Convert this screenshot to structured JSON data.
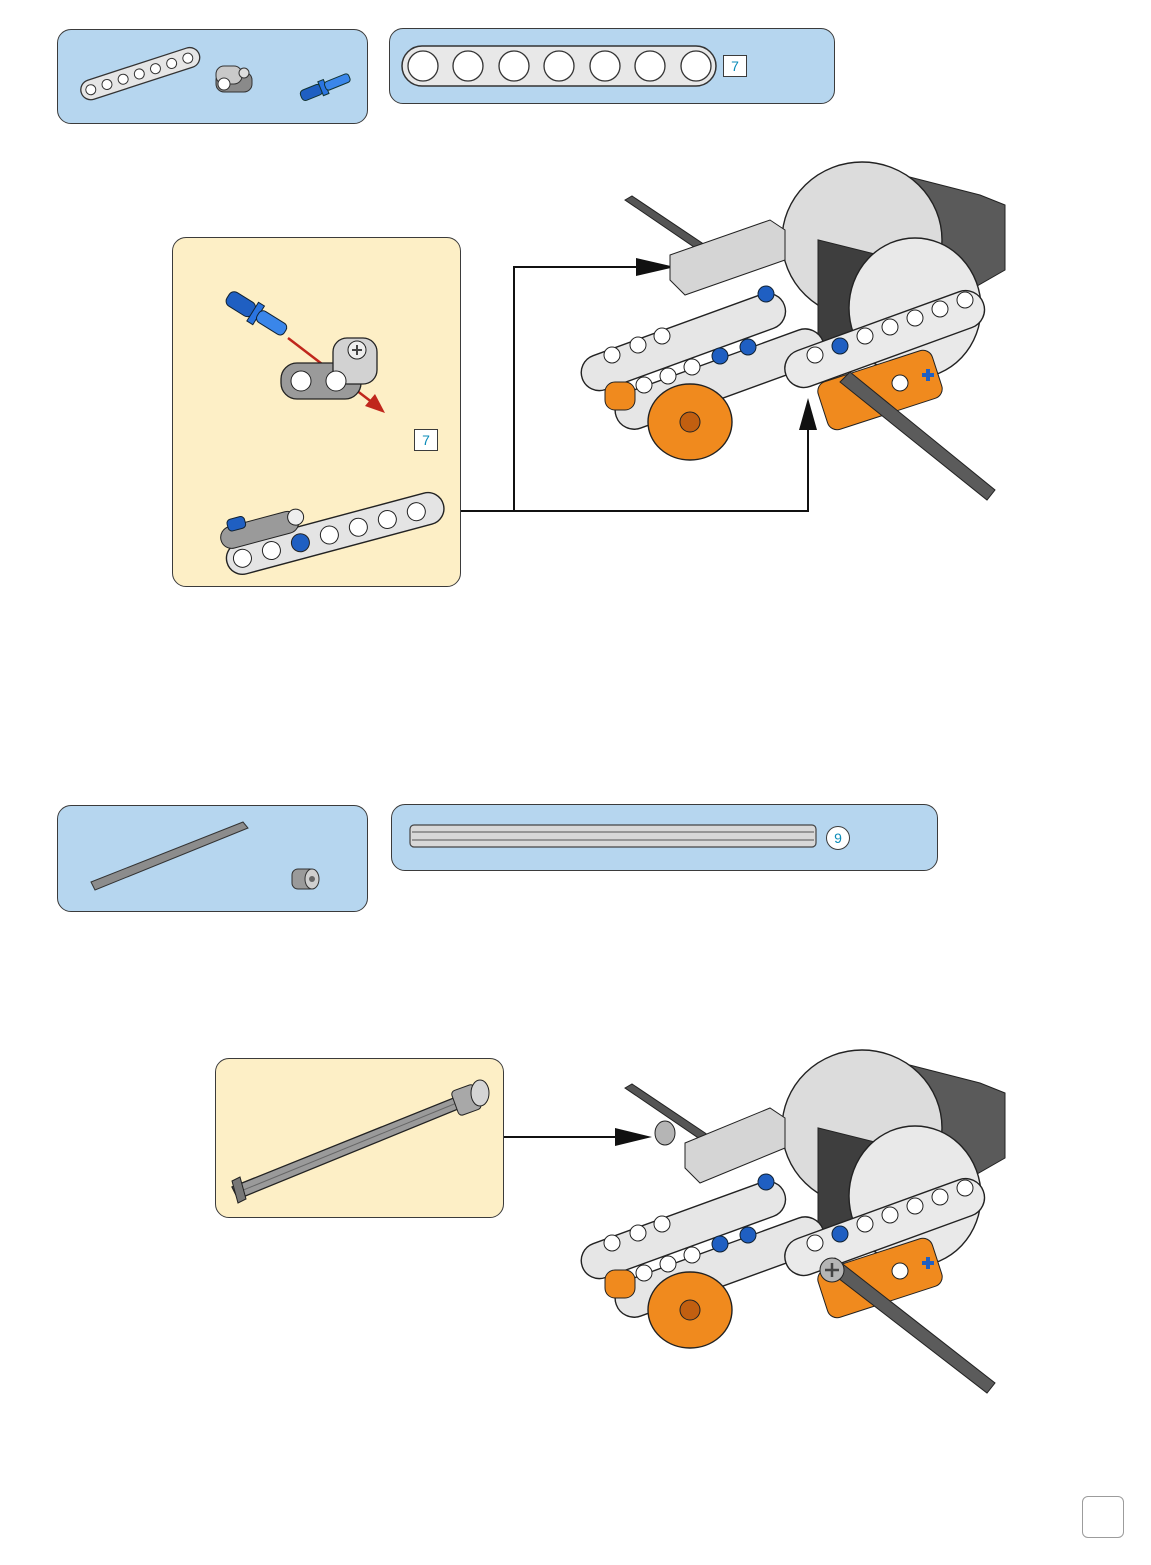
{
  "steps": [
    {
      "parts_panel": {
        "items": [
          "liftarm-7-icon",
          "cross-block-icon",
          "blue-axle-pin-icon"
        ]
      },
      "length_gauge": {
        "label": "7",
        "part": "liftarm-7-icon"
      },
      "subassembly": {
        "callout": "7"
      }
    },
    {
      "parts_panel": {
        "items": [
          "axle-9-icon",
          "bush-icon"
        ]
      },
      "length_gauge": {
        "label": "9",
        "part": "axle-9-icon"
      }
    }
  ],
  "page_number": ""
}
